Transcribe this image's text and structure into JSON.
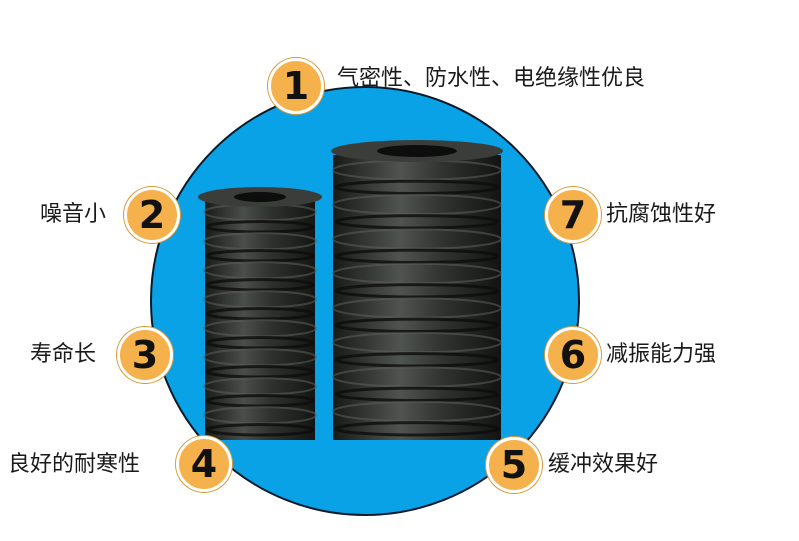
{
  "features": [
    {
      "number": "1",
      "text": "气密性、防水性、电绝缘性优良"
    },
    {
      "number": "2",
      "text": "噪音小"
    },
    {
      "number": "3",
      "text": "寿命长"
    },
    {
      "number": "4",
      "text": "良好的耐寒性"
    },
    {
      "number": "5",
      "text": "缓冲效果好"
    },
    {
      "number": "6",
      "text": "减振能力强"
    },
    {
      "number": "7",
      "text": "抗腐蚀性好"
    }
  ],
  "colors": {
    "background": "#ffffff",
    "circle": "#0aa2e6",
    "badge": "#f5b24c",
    "rubber": "#2a2d2a"
  }
}
